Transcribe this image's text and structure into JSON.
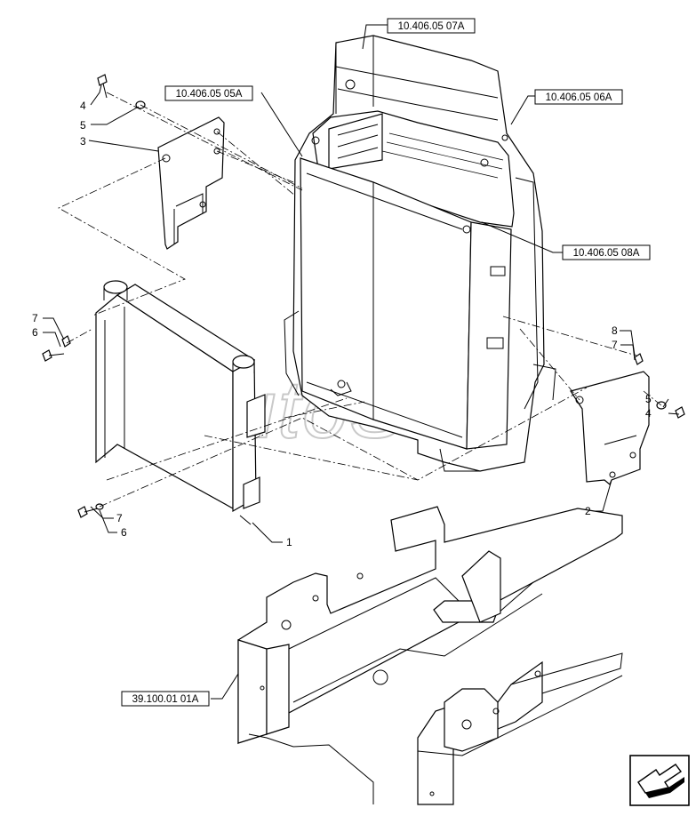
{
  "watermark": "AutoSoft",
  "reference_labels": [
    {
      "id": "ref-top",
      "text": "10.406.05 07A"
    },
    {
      "id": "ref-left",
      "text": "10.406.05 05A"
    },
    {
      "id": "ref-right",
      "text": "10.406.05 06A"
    },
    {
      "id": "ref-mid",
      "text": "10.406.05 08A"
    },
    {
      "id": "ref-frame",
      "text": "39.100.01 01A"
    }
  ],
  "callouts": {
    "c4a": "4",
    "c5a": "5",
    "c3": "3",
    "c7a": "7",
    "c6a": "6",
    "c7b": "7",
    "c6b": "6",
    "c1": "1",
    "c8": "8",
    "c7c": "7",
    "c5b": "5",
    "c4b": "4",
    "c2": "2"
  },
  "nav_icon": "arrow-down-left-icon"
}
